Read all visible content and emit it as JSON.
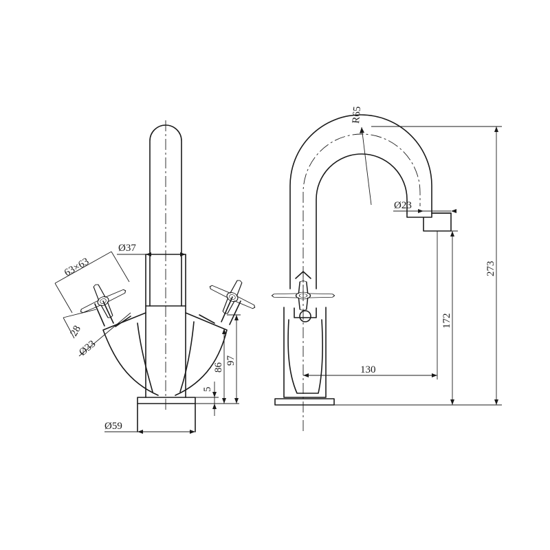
{
  "drawing": {
    "front_view": {
      "spout_diameter": "Ø37",
      "handle_size": "63×63",
      "handle_height": "28",
      "valve_diameter": "Ø33",
      "base_diameter": "Ø59",
      "base_thickness": "5",
      "handle_height_86": "86",
      "body_height": "97"
    },
    "side_view": {
      "bend_radius": "R65",
      "outlet_diameter": "Ø23",
      "overall_height": "273",
      "outlet_height": "172",
      "spout_reach": "130"
    }
  }
}
